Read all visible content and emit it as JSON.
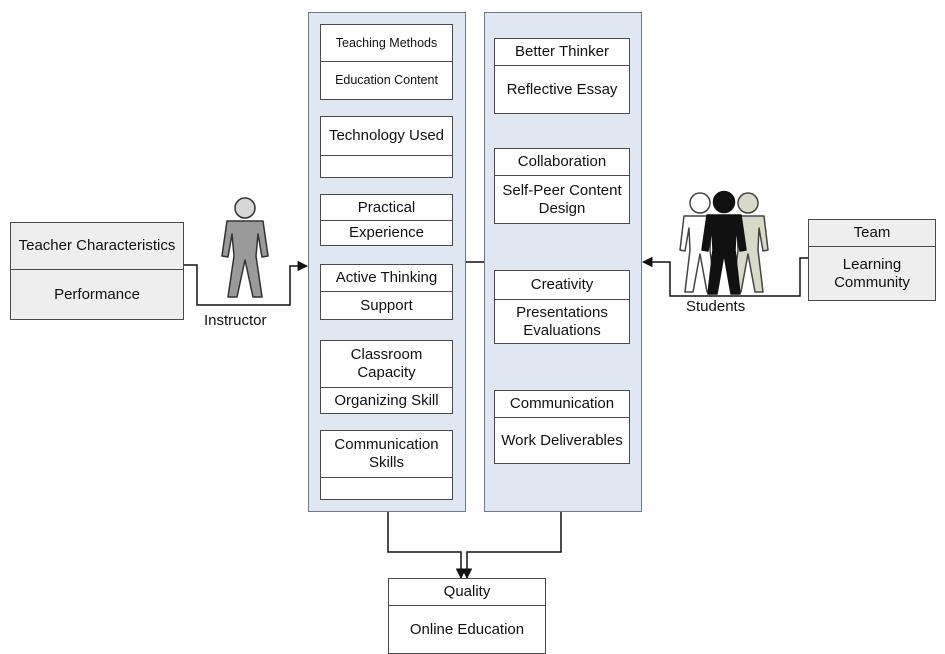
{
  "instructor_side": {
    "box": {
      "top": "Teacher Characteristics",
      "bottom": "Performance"
    },
    "figure_label": "Instructor"
  },
  "students_side": {
    "box": {
      "top": "Team",
      "bottom": "Learning Community"
    },
    "figure_label": "Students"
  },
  "instructor_panel": {
    "items": [
      {
        "top": "Teaching Methods",
        "bottom": "Education Content"
      },
      {
        "top": "Technology Used",
        "bottom": ""
      },
      {
        "top": "Practical",
        "bottom": "Experience"
      },
      {
        "top": "Active Thinking",
        "bottom": "Support"
      },
      {
        "top": "Classroom Capacity",
        "bottom": "Organizing Skill"
      },
      {
        "top": "Communication Skills",
        "bottom": ""
      }
    ]
  },
  "student_panel": {
    "items": [
      {
        "top": "Better Thinker",
        "bottom": "Reflective Essay"
      },
      {
        "top": "Collaboration",
        "bottom": "Self-Peer Content Design"
      },
      {
        "top": "Creativity",
        "bottom": "Presentations Evaluations"
      },
      {
        "top": "Communication",
        "bottom": "Work Deliverables"
      }
    ]
  },
  "outcome": {
    "top": "Quality",
    "bottom": "Online Education"
  },
  "colors": {
    "panel_fill": "#dfe7f3",
    "instructor_figure": "#9a9a9a",
    "student_figure_front": "#111111",
    "student_figure_left": "#ffffff",
    "student_figure_right": "#d9d9c8"
  }
}
